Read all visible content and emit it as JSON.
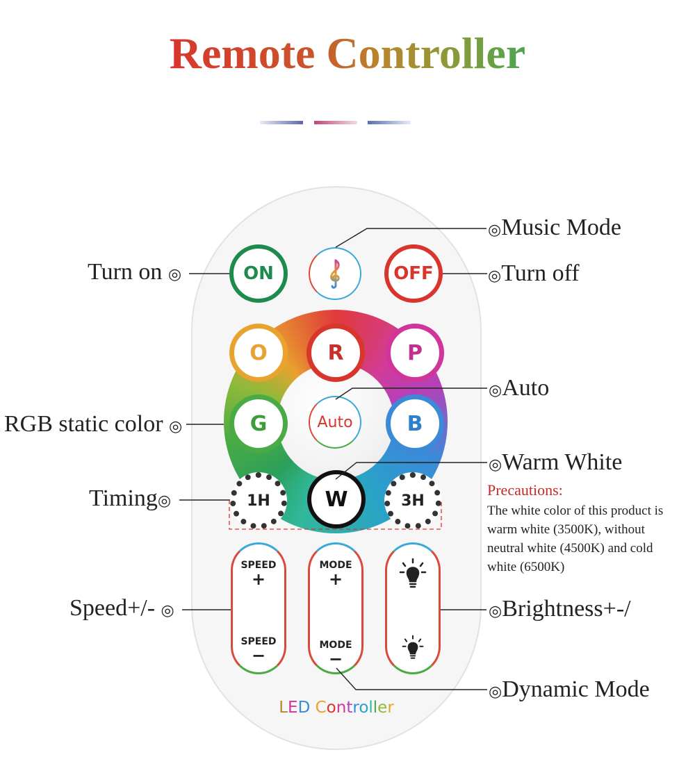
{
  "title": "Remote Controller",
  "accent_colors": {
    "dash1": "#5b67b0",
    "dash2": "#c2447a",
    "dash3": "#5570b5",
    "red": "#d8362c",
    "green": "#1e8b4e"
  },
  "remote": {
    "buttons": {
      "on": "ON",
      "music_icon": "music-note-icon",
      "off": "OFF",
      "o": "O",
      "r": "R",
      "p": "P",
      "g": "G",
      "auto": "Auto",
      "b": "B",
      "timer_1h": "1H",
      "w": "W",
      "timer_3h": "3H",
      "speed_plus": "SPEED",
      "speed_minus": "SPEED",
      "mode_plus": "MODE",
      "mode_minus": "MODE",
      "plus_sign": "+",
      "minus_sign": "−",
      "bulb_icon": "light-bulb-icon"
    },
    "brand": [
      "L",
      "E",
      "D",
      " ",
      "C",
      "o",
      "n",
      "t",
      "r",
      "o",
      "l",
      "l",
      "e",
      "r"
    ]
  },
  "labels": {
    "music_mode": "Music Mode",
    "turn_on": "Turn on",
    "turn_off": "Turn off",
    "auto": "Auto",
    "rgb_static_color": "RGB static color",
    "warm_white": "Warm White",
    "timing": "Timing",
    "speed": "Speed+/-",
    "brightness": "Brightness+-/",
    "dynamic_mode": "Dynamic Mode",
    "marker": "◎"
  },
  "precautions": {
    "title": "Precautions:",
    "lines": [
      "The white color of this product is",
      "warm white (3500K), without",
      "neutral white (4500K) and cold",
      "white (6500K)"
    ]
  }
}
